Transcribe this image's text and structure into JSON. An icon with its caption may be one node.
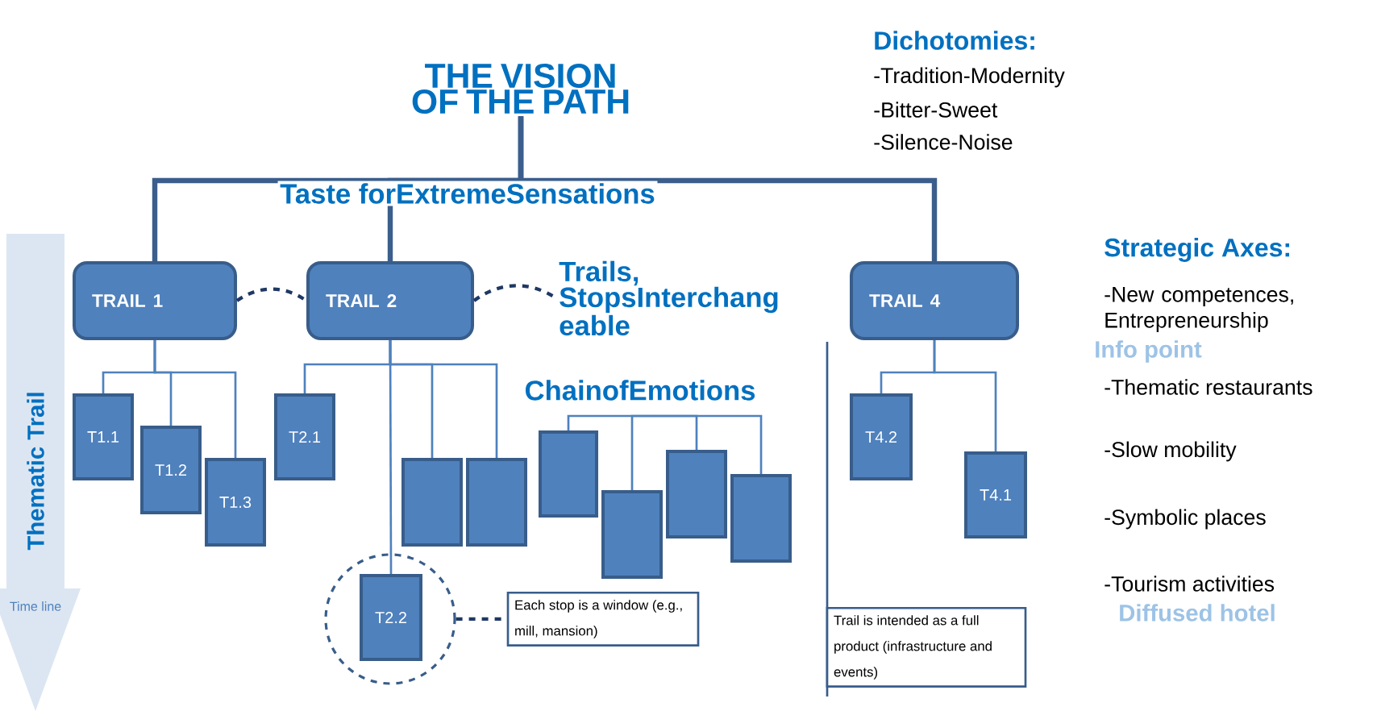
{
  "diagram": {
    "nodes": [
      {
        "text": [
          "THE VISION OF THE PATH"
        ]
      },
      {
        "text": [
          "TRAIL 1"
        ]
      },
      {
        "text": [
          "TRAIL 2"
        ]
      },
      {
        "text": [
          "TRAIL 4"
        ]
      },
      {
        "text": [
          "T1.1"
        ]
      },
      {
        "text": [
          "T1.2"
        ]
      },
      {
        "text": [
          "T1.3"
        ]
      },
      {
        "text": [
          "T2.1"
        ]
      },
      {
        "text": [
          "T2.2"
        ],
        "in": 17
      },
      {
        "text": [],
        "shape": "box"
      },
      {
        "text": [],
        "shape": "box"
      },
      {
        "text": [],
        "shape": "box"
      },
      {
        "text": [],
        "shape": "box"
      },
      {
        "text": [],
        "shape": "box"
      },
      {
        "text": [],
        "shape": "box"
      },
      {
        "text": [
          "T4.2"
        ]
      },
      {
        "text": [
          "T4.1"
        ]
      },
      {
        "text": [],
        "shape": "circle"
      },
      {
        "text": [
          "Each stop is a window (e.g., mill, mansion)"
        ]
      },
      {
        "text": [
          "Trail is intended as a full product (infrastructure and events)"
        ]
      },
      {
        "text": [
          "Trails, StopsInterchang eable"
        ]
      },
      {
        "text": [
          "Thematic Trail",
          "Time line"
        ]
      }
    ],
    "edges": [
      {
        "from": 0,
        "to": 1,
        "arrow": "none",
        "style": "thick",
        "color": "#3b5e8c"
      },
      {
        "from": 0,
        "to": 2,
        "arrow": "none",
        "style": "thick",
        "color": "#3b5e8c"
      },
      {
        "from": 0,
        "to": 3,
        "arrow": "none",
        "style": "thick",
        "color": "#3b5e8c"
      },
      {
        "from": 1,
        "to": 4,
        "arrow": "none"
      },
      {
        "from": 1,
        "to": 5,
        "arrow": "none"
      },
      {
        "from": 1,
        "to": 6,
        "arrow": "none"
      },
      {
        "from": 2,
        "to": 7,
        "arrow": "none"
      },
      {
        "from": 2,
        "to": 8,
        "arrow": "none"
      },
      {
        "from": 2,
        "to": 9,
        "arrow": "none"
      },
      {
        "from": 2,
        "to": 10,
        "arrow": "none"
      },
      {
        "from": null,
        "to": 11,
        "arrow": "none"
      },
      {
        "from": null,
        "to": 12,
        "arrow": "none"
      },
      {
        "from": null,
        "to": 13,
        "arrow": "none"
      },
      {
        "from": null,
        "to": 14,
        "arrow": "none"
      },
      {
        "from": 3,
        "to": 15,
        "arrow": "none"
      },
      {
        "from": 3,
        "to": 16,
        "arrow": "none"
      },
      {
        "from": 1,
        "to": 2,
        "arrow": "none",
        "style": "dashed",
        "color": "#1f3864"
      },
      {
        "from": 2,
        "to": 20,
        "arrow": "none",
        "style": "dashed",
        "color": "#1f3864"
      },
      {
        "from": 17,
        "to": 18,
        "arrow": "none",
        "style": "dashed",
        "color": "#1f3864"
      }
    ],
    "labels": [
      "Taste forExtremeSensations",
      "ChainofEmotions",
      "Dichotomies:",
      "-Tradition-Modernity",
      "-Bitter-Sweet",
      "-Silence-Noise",
      "Strategic Axes:",
      "-New competences, Entrepreneurship",
      "Info point",
      "-Thematic restaurants",
      "-Slow mobility",
      "-Symbolic places",
      "-Tourism activities",
      "Diffused hotel"
    ]
  }
}
